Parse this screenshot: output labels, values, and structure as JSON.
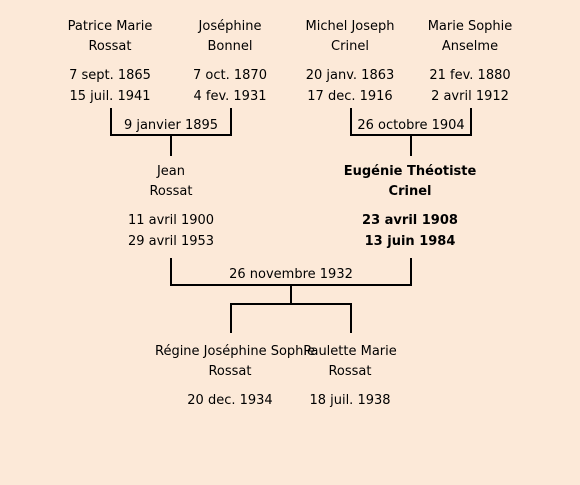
{
  "people": {
    "patrice": {
      "first": "Patrice Marie",
      "last": "Rossat",
      "born": "7 sept. 1865",
      "died": "15 juil. 1941"
    },
    "josephine": {
      "first": "Joséphine",
      "last": "Bonnel",
      "born": "7 oct. 1870",
      "died": "4 fev. 1931"
    },
    "michel": {
      "first": "Michel Joseph",
      "last": "Crinel",
      "born": "20 janv. 1863",
      "died": "17 dec. 1916"
    },
    "marie": {
      "first": "Marie Sophie",
      "last": "Anselme",
      "born": "21 fev. 1880",
      "died": "2 avril 1912"
    },
    "jean": {
      "first": "Jean",
      "last": "Rossat",
      "born": "11 avril 1900",
      "died": "29 avril 1953"
    },
    "eugenie": {
      "first": "Eugénie Théotiste",
      "last": "Crinel",
      "born": "23 avril 1908",
      "died": "13 juin 1984"
    },
    "regine": {
      "first": "Régine Joséphine Sophie",
      "last": "Rossat",
      "born": "20 dec. 1934"
    },
    "paulette": {
      "first": "Paulette Marie",
      "last": "Rossat",
      "born": "18 juil. 1938"
    }
  },
  "marriages": {
    "rossat_bonnel": "9 janvier 1895",
    "crinel_anselme": "26 octobre 1904",
    "rossat_crinel": "26 novembre 1932"
  },
  "colors": {
    "background": "#fce9d8",
    "lines": "#000000"
  }
}
